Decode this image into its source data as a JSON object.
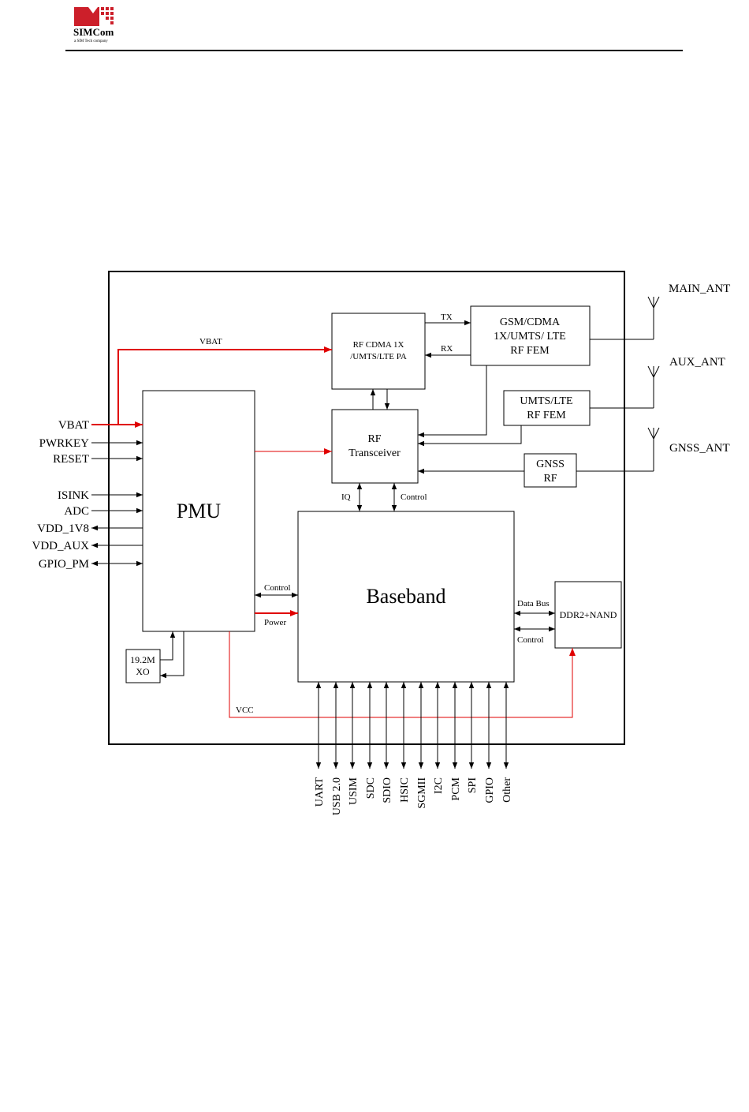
{
  "header": {
    "logo_text": "SIMCom",
    "logo_tagline": "a SIM Tech company",
    "brand_color": "#cc1f2a"
  },
  "diagram": {
    "blocks": {
      "pa": [
        "RF CDMA 1X",
        "/UMTS/LTE PA"
      ],
      "fem_main": [
        "GSM/CDMA",
        "1X/UMTS/ LTE",
        "RF FEM"
      ],
      "fem_aux": [
        "UMTS/LTE",
        "RF FEM"
      ],
      "transceiver": [
        "RF",
        "Transceiver"
      ],
      "gnss": [
        "GNSS",
        "RF"
      ],
      "pmu": "PMU",
      "baseband": "Baseband",
      "memory": "DDR2+NAND",
      "xo": [
        "19.2M",
        "XO"
      ]
    },
    "antennas": {
      "main": "MAIN_ANT",
      "aux": "AUX_ANT",
      "gnss": "GNSS_ANT"
    },
    "signals": {
      "vbat_internal": "VBAT",
      "tx": "TX",
      "rx": "RX",
      "iq": "IQ",
      "control_rf": "Control",
      "control_pmu": "Control",
      "power": "Power",
      "data_bus": "Data Bus",
      "control_mem": "Control",
      "vcc": "VCC"
    },
    "pmu_pins": [
      "VBAT",
      "PWRKEY",
      "RESET",
      "ISINK",
      "ADC",
      "VDD_1V8",
      "VDD_AUX",
      "GPIO_PM"
    ],
    "interfaces": [
      "UART",
      "USB 2.0",
      "USIM",
      "SDC",
      "SDIO",
      "HSIC",
      "SGMII",
      "I2C",
      "PCM",
      "SPI",
      "GPIO",
      "Other"
    ],
    "colors": {
      "line": "#000000",
      "power_line": "#e00000"
    }
  }
}
